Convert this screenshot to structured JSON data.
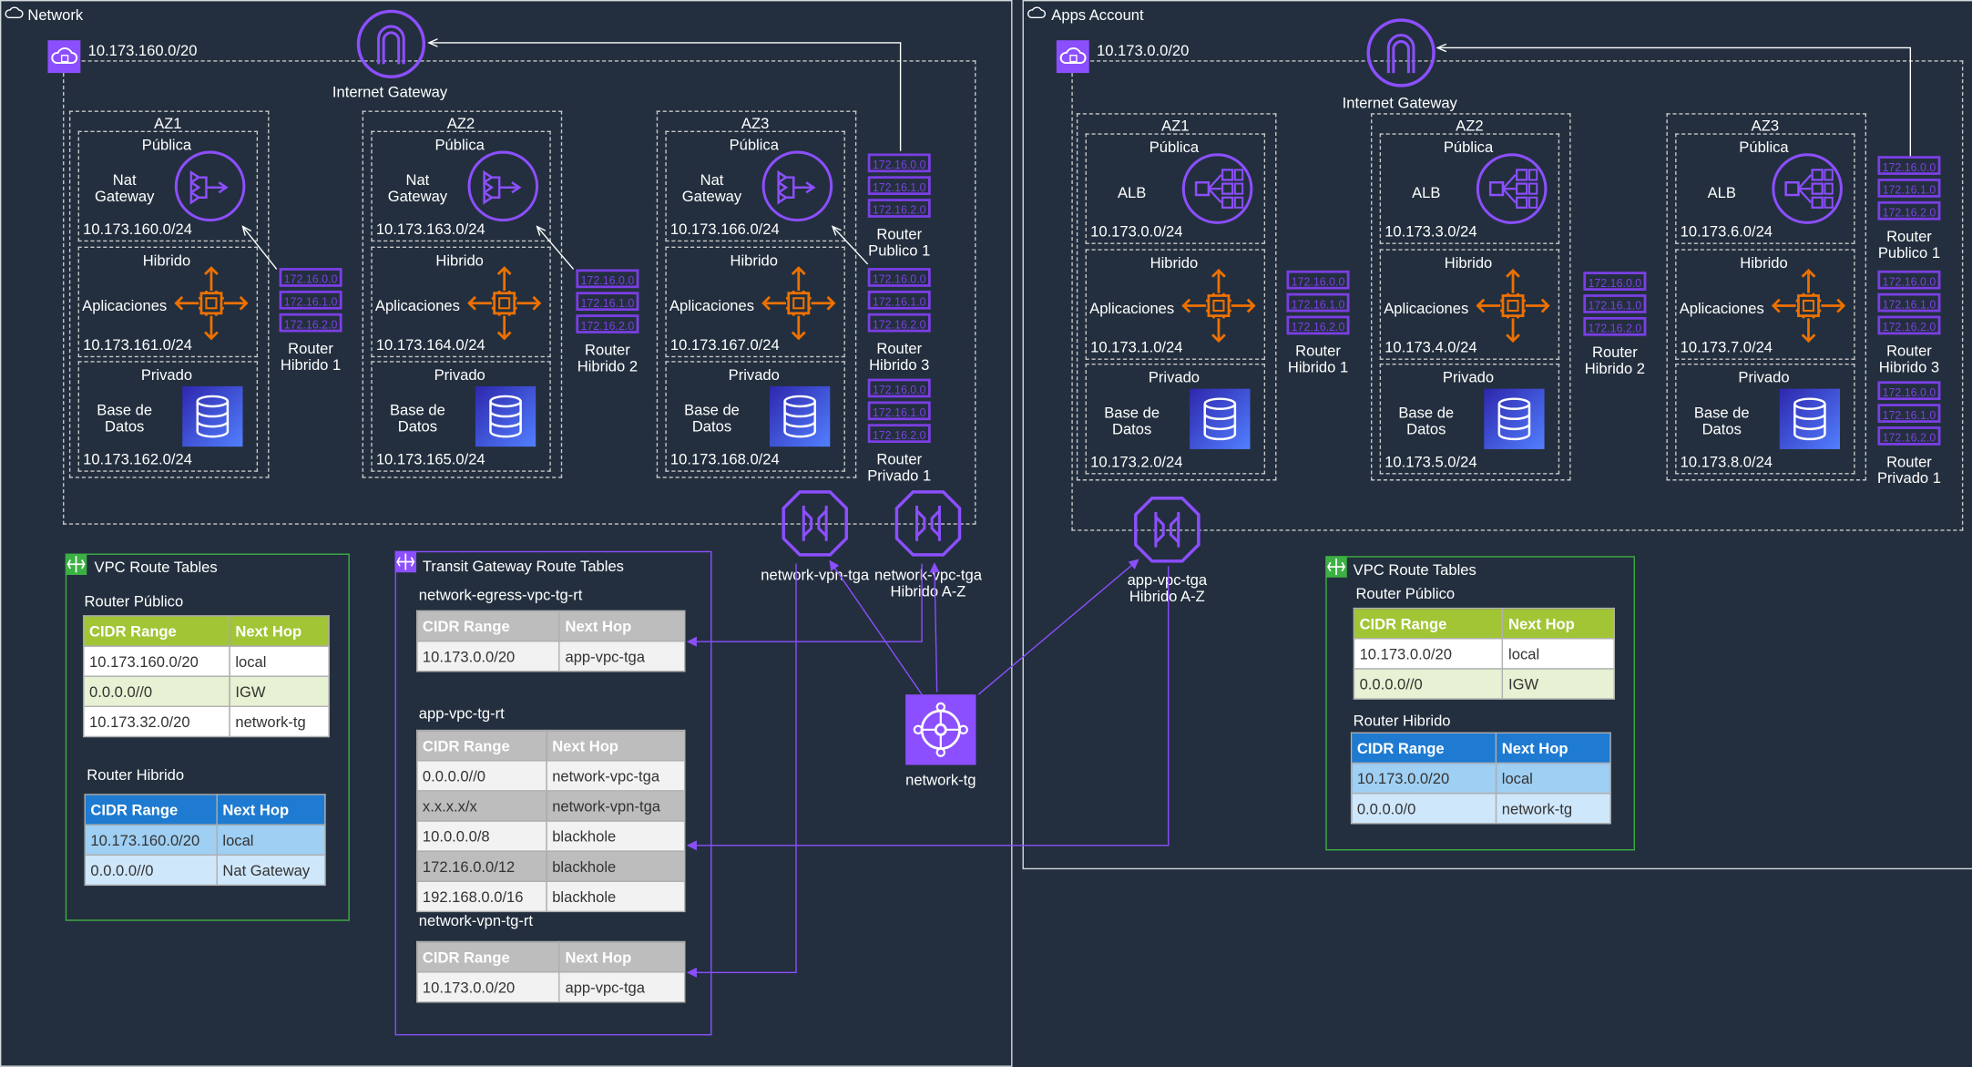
{
  "network": {
    "account_label": "Network",
    "vpc_cidr": "10.173.160.0/20",
    "igw_label": "Internet Gateway",
    "azs": [
      {
        "name": "AZ1",
        "public_title": "Pública",
        "public_service": "Nat\nGateway",
        "public_cidr": "10.173.160.0/24",
        "hybrid_title": "Hibrido",
        "hybrid_service": "Aplicaciones",
        "hybrid_cidr": "10.173.161.0/24",
        "private_title": "Privado",
        "private_service": "Base de\nDatos",
        "private_cidr": "10.173.162.0/24"
      },
      {
        "name": "AZ2",
        "public_title": "Pública",
        "public_service": "Nat\nGateway",
        "public_cidr": "10.173.163.0/24",
        "hybrid_title": "Hibrido",
        "hybrid_service": "Aplicaciones",
        "hybrid_cidr": "10.173.164.0/24",
        "private_title": "Privado",
        "private_service": "Base de\nDatos",
        "private_cidr": "10.173.165.0/24"
      },
      {
        "name": "AZ3",
        "public_title": "Pública",
        "public_service": "Nat\nGateway",
        "public_cidr": "10.173.166.0/24",
        "hybrid_title": "Hibrido",
        "hybrid_service": "Aplicaciones",
        "hybrid_cidr": "10.173.167.0/24",
        "private_title": "Privado",
        "private_service": "Base de\nDatos",
        "private_cidr": "10.173.168.0/24"
      }
    ],
    "routers": [
      {
        "label": "Router\nHibrido 1"
      },
      {
        "label": "Router\nHibrido 2"
      },
      {
        "label": "Router\nPublico 1"
      },
      {
        "label": "Router\nHibrido 3"
      },
      {
        "label": "Router\nPrivado 1"
      }
    ],
    "vpn_tga_label": "network-vpn-tga",
    "vpc_tga_label": "network-vpc-tga\nHibrido A-Z",
    "tg_label": "network-tg",
    "vpc_rt": {
      "title": "VPC Route Tables",
      "public": {
        "label": "Router Público",
        "headers": [
          "CIDR Range",
          "Next Hop"
        ],
        "rows": [
          [
            "10.173.160.0/20",
            "local"
          ],
          [
            "0.0.0.0//0",
            "IGW"
          ],
          [
            "10.173.32.0/20",
            "network-tg"
          ]
        ]
      },
      "hybrid": {
        "label": "Router Hibrido",
        "headers": [
          "CIDR Range",
          "Next Hop"
        ],
        "rows": [
          [
            "10.173.160.0/20",
            "local"
          ],
          [
            "0.0.0.0//0",
            "Nat Gateway"
          ]
        ]
      }
    },
    "tg_rt": {
      "title": "Transit Gateway Route Tables",
      "egress": {
        "label": "network-egress-vpc-tg-rt",
        "headers": [
          "CIDR Range",
          "Next Hop"
        ],
        "rows": [
          [
            "10.173.0.0/20",
            "app-vpc-tga"
          ]
        ]
      },
      "app": {
        "label": "app-vpc-tg-rt",
        "headers": [
          "CIDR Range",
          "Next Hop"
        ],
        "rows": [
          [
            "0.0.0.0//0",
            "network-vpc-tga"
          ],
          [
            "x.x.x.x/x",
            "network-vpn-tga"
          ],
          [
            "10.0.0.0/8",
            "blackhole"
          ],
          [
            "172.16.0.0/12",
            "blackhole"
          ],
          [
            "192.168.0.0/16",
            "blackhole"
          ]
        ]
      },
      "vpn": {
        "label": "network-vpn-tg-rt",
        "headers": [
          "CIDR Range",
          "Next Hop"
        ],
        "rows": [
          [
            "10.173.0.0/20",
            "app-vpc-tga"
          ]
        ]
      }
    }
  },
  "apps": {
    "account_label": "Apps Account",
    "vpc_cidr": "10.173.0.0/20",
    "igw_label": "Internet Gateway",
    "azs": [
      {
        "name": "AZ1",
        "public_title": "Pública",
        "public_service": "ALB",
        "public_cidr": "10.173.0.0/24",
        "hybrid_title": "Hibrido",
        "hybrid_service": "Aplicaciones",
        "hybrid_cidr": "10.173.1.0/24",
        "private_title": "Privado",
        "private_service": "Base de\nDatos",
        "private_cidr": "10.173.2.0/24"
      },
      {
        "name": "AZ2",
        "public_title": "Pública",
        "public_service": "ALB",
        "public_cidr": "10.173.3.0/24",
        "hybrid_title": "Hibrido",
        "hybrid_service": "Aplicaciones",
        "hybrid_cidr": "10.173.4.0/24",
        "private_title": "Privado",
        "private_service": "Base de\nDatos",
        "private_cidr": "10.173.5.0/24"
      },
      {
        "name": "AZ3",
        "public_title": "Pública",
        "public_service": "ALB",
        "public_cidr": "10.173.6.0/24",
        "hybrid_title": "Hibrido",
        "hybrid_service": "Aplicaciones",
        "hybrid_cidr": "10.173.7.0/24",
        "private_title": "Privado",
        "private_service": "Base de\nDatos",
        "private_cidr": "10.173.8.0/24"
      }
    ],
    "routers": [
      {
        "label": "Router\nHibrido 1"
      },
      {
        "label": "Router\nHibrido 2"
      },
      {
        "label": "Router\nPublico 1"
      },
      {
        "label": "Router\nHibrido 3"
      },
      {
        "label": "Router\nPrivado 1"
      }
    ],
    "vpc_tga_label": "app-vpc-tga\nHibrido A-Z",
    "vpc_rt": {
      "title": "VPC Route Tables",
      "public": {
        "label": "Router Público",
        "headers": [
          "CIDR Range",
          "Next Hop"
        ],
        "rows": [
          [
            "10.173.0.0/20",
            "local"
          ],
          [
            "0.0.0.0//0",
            "IGW"
          ]
        ]
      },
      "hybrid": {
        "label": "Router Hibrido",
        "headers": [
          "CIDR Range",
          "Next Hop"
        ],
        "rows": [
          [
            "10.173.0.0/20",
            "local"
          ],
          [
            "0.0.0.0/0",
            "network-tg"
          ]
        ]
      }
    }
  },
  "router_rows": [
    "172.16.0.0",
    "172.16.1.0",
    "172.16.2.0"
  ],
  "colors": {
    "background": "#232f3e",
    "purple": "#8c4fff",
    "orange": "#ed7100",
    "blue_db": "#3b48cc",
    "green": "#3cb043"
  }
}
